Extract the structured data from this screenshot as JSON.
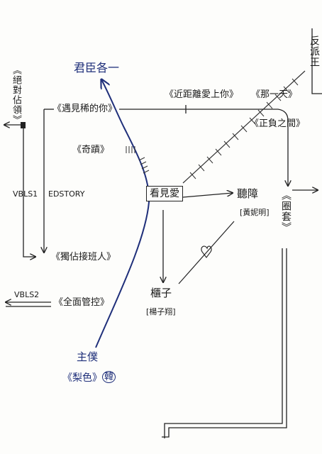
{
  "nodes": {
    "center": "看見愛",
    "top_left_name": "君臣各一",
    "top_right_vertical": "反派王",
    "hearing": "聽障",
    "hearing_actor": "[黃妮明]",
    "cabinet": "櫃子",
    "cabinet_actor": "[楊子翔]",
    "master": "主僕",
    "master_title": "《梨色》",
    "master_tag": "韓"
  },
  "works": {
    "absolute_hypothesis": "《絕對佔領》",
    "meet_you": "《遇見稀的你》",
    "miracle": "《奇蹟》",
    "closest_love": "《近距離愛上你》",
    "that_day": "《那一天》",
    "between": "《正負之間》",
    "circle_set": "《圈套》",
    "exclusive": "《獨佔接班人》",
    "full_control": "《全面管控》"
  },
  "side_labels": {
    "vbl1": "VBLS1",
    "edstory": "EDSTORY",
    "vbl2": "VBLS2"
  }
}
